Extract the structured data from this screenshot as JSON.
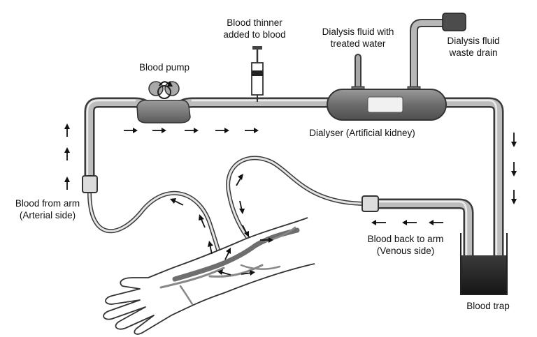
{
  "labels": {
    "blood_pump": "Blood pump",
    "blood_thinner": [
      "Blood thinner",
      "added to blood"
    ],
    "dialysis_fluid": [
      "Dialysis fluid with",
      "treated water"
    ],
    "waste_drain": [
      "Dialysis fluid",
      "waste drain"
    ],
    "dialyser": "Dialyser (Artificial kidney)",
    "blood_from_arm": [
      "Blood from arm",
      "(Arterial side)"
    ],
    "blood_back": [
      "Blood back to arm",
      "(Venous side)"
    ],
    "blood_trap": "Blood trap"
  },
  "colors": {
    "tube_outline": "#3a3a3a",
    "tube_fill": "#bdbdbd",
    "tube_highlight": "#e8e8e8",
    "device_fill": "#7a7a7a",
    "trap_fluid": "#2a2a2a",
    "arm_vein": "#777777",
    "arrow": "#111111"
  }
}
